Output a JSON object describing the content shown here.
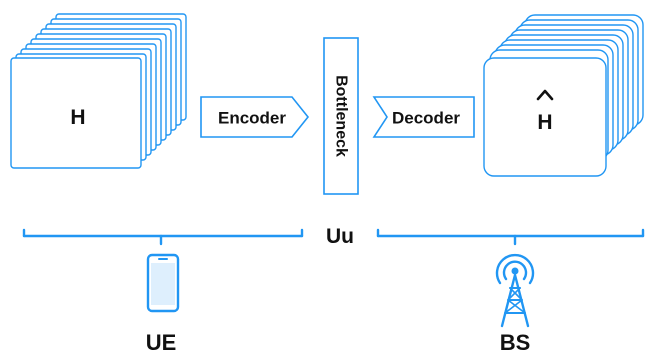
{
  "diagram": {
    "input_matrix": {
      "label": "H"
    },
    "encoder": {
      "label": "Encoder"
    },
    "bottleneck": {
      "label": "Bottleneck"
    },
    "decoder": {
      "label": "Decoder"
    },
    "output_matrix": {
      "label": "H"
    },
    "interface": {
      "label": "Uu"
    },
    "ue": {
      "label": "UE",
      "icon": "smartphone-icon"
    },
    "bs": {
      "label": "BS",
      "icon": "cell-tower-icon"
    }
  },
  "colors": {
    "accent": "#2196f3",
    "text": "#111111",
    "box_fill": "#ffffff"
  }
}
